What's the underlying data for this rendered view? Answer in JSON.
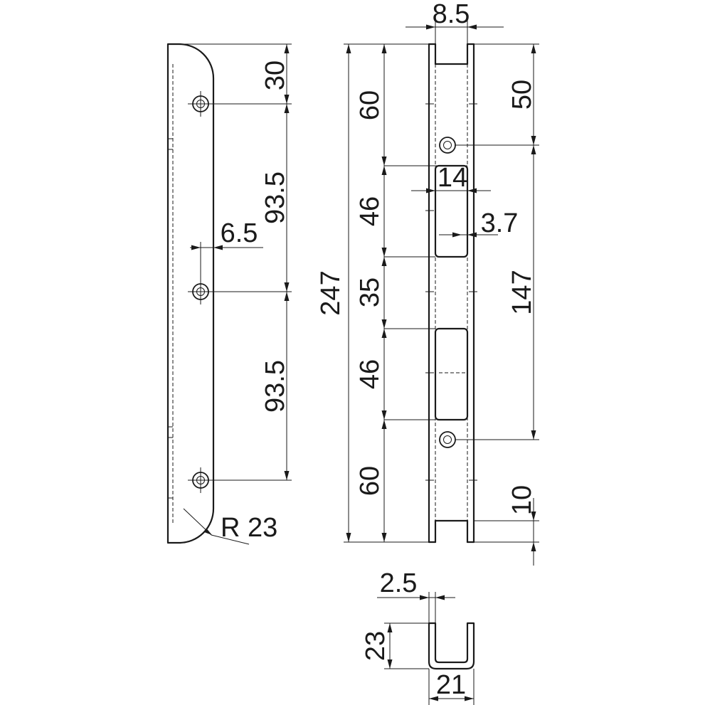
{
  "dimensions": {
    "top_to_first_hole": "30",
    "hole_spacing_upper": "93.5",
    "hole_spacing_lower": "93.5",
    "hole_offset": "6.5",
    "corner_radius": "R 23",
    "total_length": "247",
    "top_segment": "60",
    "upper_slot": "46",
    "middle_gap": "35",
    "lower_slot": "46",
    "bottom_segment": "60",
    "channel_width": "8.5",
    "slot_width": "14",
    "slot_depth": "3.7",
    "top_to_side_hole": "50",
    "side_hole_spacing": "147",
    "bottom_to_side_hole": "10",
    "wall_thickness": "2.5",
    "profile_height": "23",
    "profile_width": "21"
  }
}
